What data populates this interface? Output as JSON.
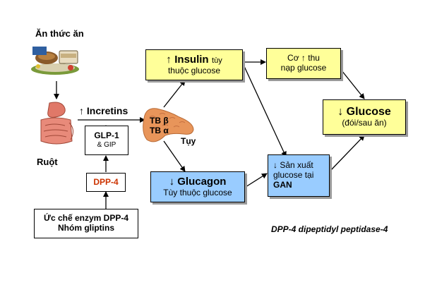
{
  "food_label": "Ăn thức ăn",
  "gut_label": "Ruột",
  "incretins_label": "↑ Incretins",
  "glp1": {
    "title": "GLP-1",
    "sub": "& GIP"
  },
  "dpp4_label": "DPP-4",
  "inhibitor": {
    "line1": "Ức chế enzym DPP-4",
    "line2": "Nhóm gliptins"
  },
  "pancreas": {
    "beta": "TB β",
    "alpha": "TB α",
    "label": "Tụy"
  },
  "insulin": {
    "arrow": "↑",
    "title": "Insulin",
    "suffix": "tùy",
    "line2": "thuộc glucose"
  },
  "glucagon": {
    "title": "↓ Glucagon",
    "line2": "Tùy thuộc glucose"
  },
  "muscle": {
    "line1": "Cơ ↑ thu",
    "line2": "nạp glucose"
  },
  "liver": {
    "line1": "↓ Sản xuất",
    "line2": "glucose tại",
    "line3": "GAN"
  },
  "glucose": {
    "title": "↓ Glucose",
    "line2": "(đói/sau ăn)"
  },
  "footnote": "DPP-4 dipeptidyl peptidase-4",
  "colors": {
    "yellow_box": "#ffff99",
    "blue_box": "#99ccff",
    "dpp4_text": "#cc3300",
    "pancreas": "#e8955a",
    "gut": "#e27d73"
  }
}
